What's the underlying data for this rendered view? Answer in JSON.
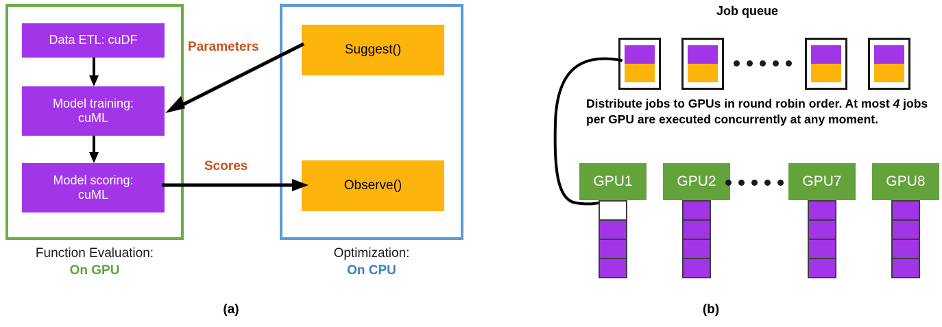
{
  "figure": {
    "subfigure_a_letter": "(a)",
    "subfigure_b_letter": "(b)"
  },
  "panel_a": {
    "gpu_container": {
      "border_color": "#6aae45",
      "stages": [
        {
          "id": "etl",
          "label": "Data ETL: cuDF",
          "color": "#a335e8"
        },
        {
          "id": "train",
          "label": "Model training:\ncuML",
          "color": "#a335e8"
        },
        {
          "id": "score",
          "label": "Model scoring:\ncuML",
          "color": "#a335e8"
        }
      ],
      "caption_title": "Function Evaluation:",
      "caption_sub": "On GPU",
      "caption_sub_color": "#5aa83c"
    },
    "cpu_container": {
      "border_color": "#5b9bd5",
      "stages": [
        {
          "id": "suggest",
          "label": "Suggest()",
          "color": "#fcb40c"
        },
        {
          "id": "observe",
          "label": "Observe()",
          "color": "#fcb40c"
        }
      ],
      "caption_title": "Optimization:",
      "caption_sub": "On CPU",
      "caption_sub_color": "#3c7fc4"
    },
    "edges": [
      {
        "id": "parameters",
        "label": "Parameters",
        "color": "#c5541d",
        "from": "suggest",
        "to": "train"
      },
      {
        "id": "scores",
        "label": "Scores",
        "color": "#c5541d",
        "from": "score",
        "to": "observe"
      }
    ],
    "internal_arrows": [
      {
        "from": "etl",
        "to": "train"
      },
      {
        "from": "train",
        "to": "score"
      }
    ]
  },
  "panel_b": {
    "job_queue_title": "Job queue",
    "job_cells": [
      {
        "top": "#a335e8",
        "bottom": "#fcb40c"
      },
      {
        "top": "#a335e8",
        "bottom": "#fcb40c"
      },
      {
        "top": "#a335e8",
        "bottom": "#fcb40c"
      },
      {
        "top": "#a335e8",
        "bottom": "#fcb40c"
      }
    ],
    "queue_ellipsis_dots": 5,
    "gpu_ellipsis_dots": 5,
    "note_text_part1": "Distribute jobs to GPUs in round robin order. At most ",
    "note_text_emph": "4",
    "note_text_part2": " jobs per GPU are executed concurrently at any moment.",
    "note_full_text": "Distribute jobs to GPUs in round robin order. At most 4 jobs per GPU are executed concurrently at any moment.",
    "gpus": [
      {
        "label": "GPU1",
        "slots": [
          "empty",
          "filled",
          "filled",
          "filled"
        ]
      },
      {
        "label": "GPU2",
        "slots": [
          "filled",
          "filled",
          "filled",
          "filled"
        ]
      },
      {
        "label": "GPU7",
        "slots": [
          "filled",
          "filled",
          "filled",
          "filled"
        ]
      },
      {
        "label": "GPU8",
        "slots": [
          "filled",
          "filled",
          "filled",
          "filled"
        ]
      }
    ],
    "gpu_box_color": "#64a33c",
    "slot_filled_color": "#a335e8"
  }
}
